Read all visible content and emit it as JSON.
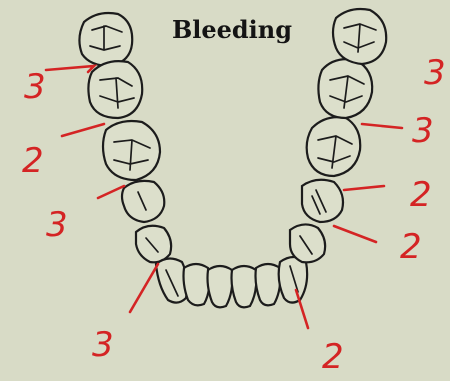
{
  "title": "Bleeding",
  "colors": {
    "background": "#d8dbc6",
    "outline": "#1c1c1c",
    "annotation": "#d42424"
  },
  "annotations": {
    "left": [
      "3",
      "2",
      "3",
      "3"
    ],
    "right": [
      "3",
      "3",
      "2",
      "2",
      "2"
    ]
  }
}
